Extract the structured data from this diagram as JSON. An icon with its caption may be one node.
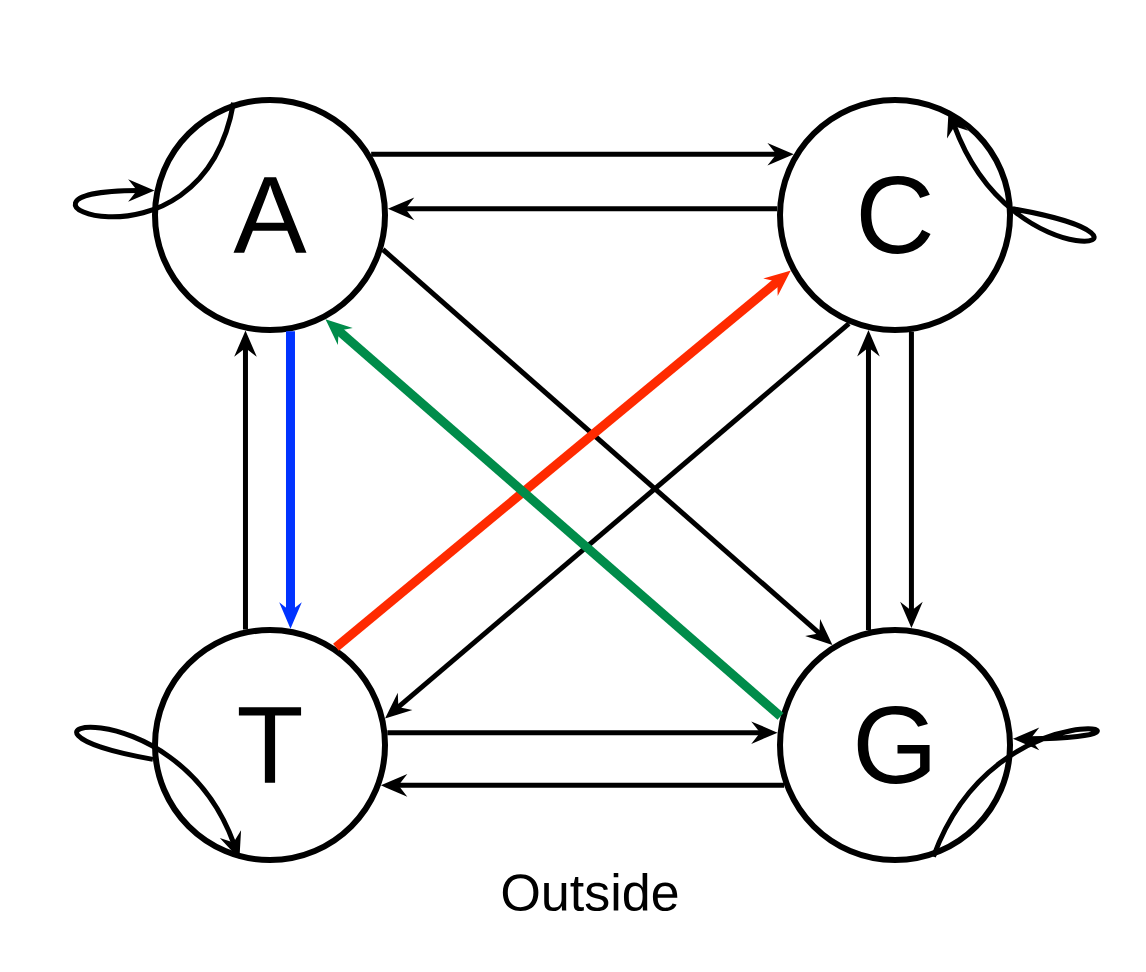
{
  "diagram": {
    "nodes": [
      {
        "text": [
          "A"
        ]
      },
      {
        "text": [
          "C"
        ]
      },
      {
        "text": [
          "T"
        ]
      },
      {
        "text": [
          "G"
        ]
      }
    ],
    "edges": [
      {
        "from": 0,
        "to": 0,
        "arrow": "to"
      },
      {
        "from": 1,
        "to": 1,
        "arrow": "to"
      },
      {
        "from": 2,
        "to": 2,
        "arrow": "to"
      },
      {
        "from": 3,
        "to": 3,
        "arrow": "to"
      },
      {
        "from": 0,
        "to": 1,
        "arrow": "to"
      },
      {
        "from": 1,
        "to": 0,
        "arrow": "to"
      },
      {
        "from": 2,
        "to": 0,
        "arrow": "to"
      },
      {
        "from": 0,
        "to": 2,
        "arrow": "to",
        "style": "thick",
        "color": "#0033ff"
      },
      {
        "from": 1,
        "to": 3,
        "arrow": "to"
      },
      {
        "from": 3,
        "to": 1,
        "arrow": "to"
      },
      {
        "from": 2,
        "to": 3,
        "arrow": "to"
      },
      {
        "from": 3,
        "to": 2,
        "arrow": "to"
      },
      {
        "from": 0,
        "to": 3,
        "arrow": "to"
      },
      {
        "from": 1,
        "to": 2,
        "arrow": "to"
      },
      {
        "from": 2,
        "to": 1,
        "arrow": "to",
        "style": "thick",
        "color": "#ff2a00"
      },
      {
        "from": 3,
        "to": 0,
        "arrow": "to",
        "style": "thick",
        "color": "#008c4a"
      }
    ],
    "labels": [
      "Outside"
    ]
  }
}
